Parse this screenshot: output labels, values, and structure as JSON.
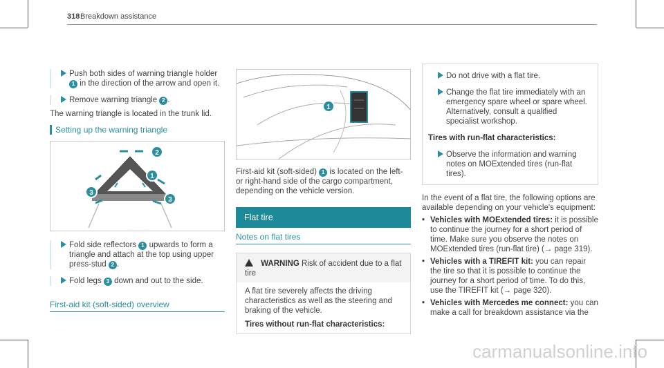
{
  "header": {
    "page_number": "318",
    "title": "Breakdown assistance"
  },
  "col1": {
    "step1": {
      "text_a": "Push both sides of warning triangle holder",
      "num": "1",
      "text_b": "in the direction of the arrow and open it."
    },
    "step2": {
      "text_a": "Remove warning triangle",
      "num": "2",
      "text_b": "."
    },
    "para": "The warning triangle is located in the trunk lid.",
    "section_title": "Setting up the warning triangle",
    "fig_nums": [
      "1",
      "2",
      "3",
      "3"
    ],
    "step3": {
      "text_a": "Fold side reflectors",
      "num": "1",
      "text_b": "upwards to form a triangle and attach at the top using upper press-stud",
      "num2": "2",
      "text_c": "."
    },
    "step4": {
      "text_a": "Fold legs",
      "num": "3",
      "text_b": "down and out to the side."
    },
    "overview_heading": "First-aid kit (soft-sided) overview"
  },
  "col2": {
    "fig_num": "1",
    "para_a": "First-aid kit (soft-sided)",
    "para_num": "1",
    "para_b": "is located on the left- or right-hand side of the cargo compartment, depending on the vehicle version.",
    "teal_heading": "Flat tire",
    "subheading": "Notes on flat tires",
    "warning": {
      "label": "WARNING",
      "text": "Risk of accident due to a flat tire",
      "body": "A flat tire severely affects the driving characteristics as well as the steering and braking of the vehicle.",
      "subtitle": "Tires without run-flat characteristics:"
    }
  },
  "col3": {
    "box": {
      "step1": "Do not drive with a flat tire.",
      "step2": "Change the flat tire immediately with an emergency spare wheel or spare wheel. Alternatively, consult a qualified specialist workshop.",
      "subtitle": "Tires with run-flat characteristics:",
      "step3": "Observe the information and warning notes on MOExtended tires (run-flat tires)."
    },
    "intro": "In the event of a flat tire, the following options are available depending on your vehicle's equipment:",
    "bullets": [
      {
        "term": "Vehicles with MOExtended tires:",
        "text": "it is possible to continue the journey for a short period of time. Make sure you observe the notes on MOExtended tires (run-flat tire) (→ page 319)."
      },
      {
        "term": "Vehicles with a TIREFIT kit:",
        "text": "you can repair the tire so that it is possible to continue the journey for a short period of time. To do this, use the TIREFIT kit (→ page 320)."
      },
      {
        "term": "Vehicles with Mercedes me connect:",
        "text": "you can make a call for breakdown assistance via the"
      }
    ]
  },
  "colors": {
    "accent": "#2b8fa0",
    "teal_bar": "#1d8a99",
    "text": "#444444"
  },
  "watermark": "carmanualsonline.info"
}
